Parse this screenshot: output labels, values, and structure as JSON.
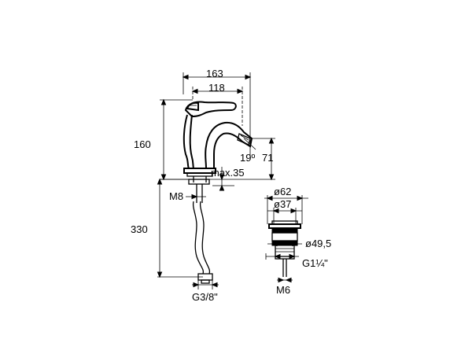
{
  "faucet": {
    "dim_total_reach": "163",
    "dim_spout_reach": "118",
    "dim_height": "160",
    "dim_spout_angle": "19º",
    "dim_spout_height": "71",
    "dim_max_deck": "max.35",
    "dim_thread": "M8",
    "dim_hose_length": "330",
    "dim_hose_connection": "G3/8\""
  },
  "waste_valve": {
    "dim_flange_diameter": "ø62",
    "dim_inner_diameter": "ø37",
    "dim_body_diameter": "ø49,5",
    "dim_thread": "G1¼\"",
    "dim_rod_thread": "M6"
  }
}
